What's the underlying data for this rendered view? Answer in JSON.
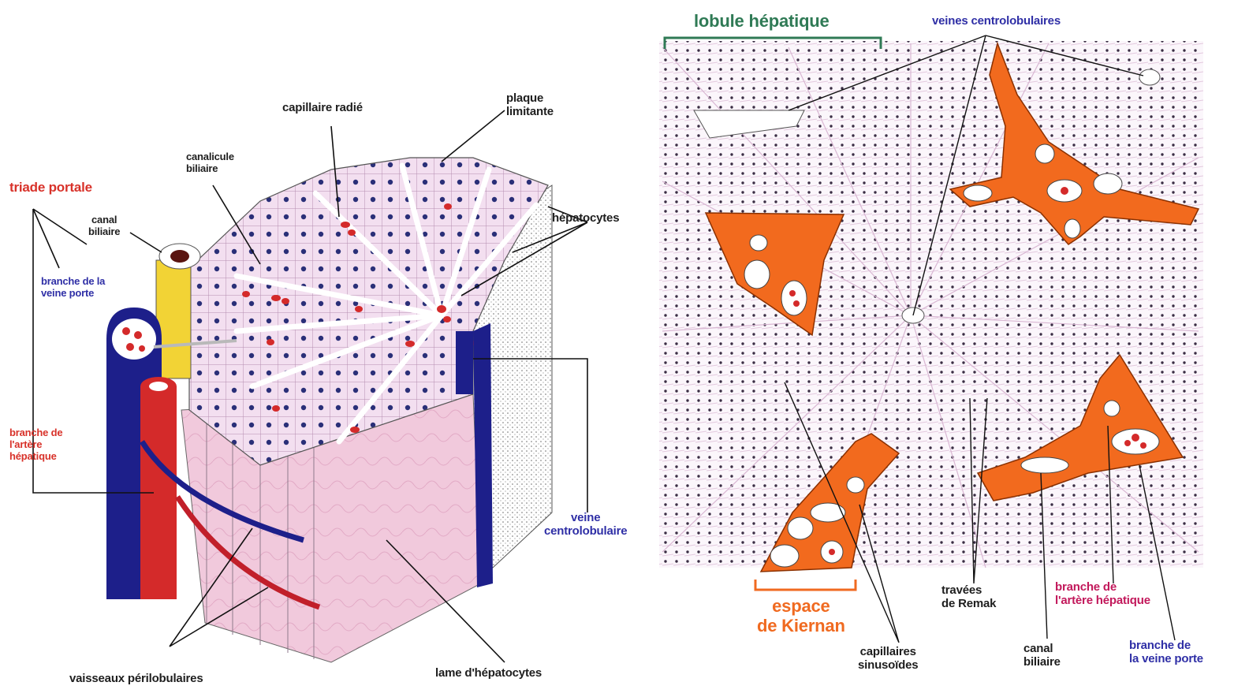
{
  "left_diagram": {
    "labels": {
      "triade_portale": "triade portale",
      "canal_biliaire": "canal\nbiliaire",
      "canalicule_biliaire": "canalicule\nbiliaire",
      "capillaire_radie": "capillaire radié",
      "plaque_limitante": "plaque\nlimitante",
      "hepatocytes": "hépatocytes",
      "branche_veine_porte": "branche de la\nveine porte",
      "branche_artere_hepatique": "branche de\nl'artère\nhépatique",
      "veine_centrolobulaire": "veine\ncentrolobulaire",
      "vaisseaux_perilobulaires": "vaisseaux périlobulaires",
      "lame_hepatocytes": "lame d'hépatocytes"
    }
  },
  "right_diagram": {
    "labels": {
      "lobule_hepatique": "lobule hépatique",
      "veines_centrolobulaires": "veines centrolobulaires",
      "espace_de_kiernan": "espace\nde Kiernan",
      "capillaires_sinusoides": "capillaires\nsinusoïdes",
      "travees_de_remak": "travées\nde Remak",
      "canal_biliaire": "canal\nbiliaire",
      "branche_artere_hepatique": "branche de\nl'artère hépatique",
      "branche_veine_porte": "branche de\nla veine porte"
    }
  },
  "colors": {
    "hepatocyte_pink": "#f2d8ee",
    "nucleus_blue": "#2a2f78",
    "portal_vein": "#1d1f8a",
    "hepatic_artery": "#d42a2a",
    "bile_duct": "#f2d335",
    "kiernan_orange": "#f26a1e",
    "lobule_green": "#2f7a55",
    "label_red": "#d8322a",
    "label_blue": "#2f2fa6",
    "label_magenta": "#c2185b"
  }
}
